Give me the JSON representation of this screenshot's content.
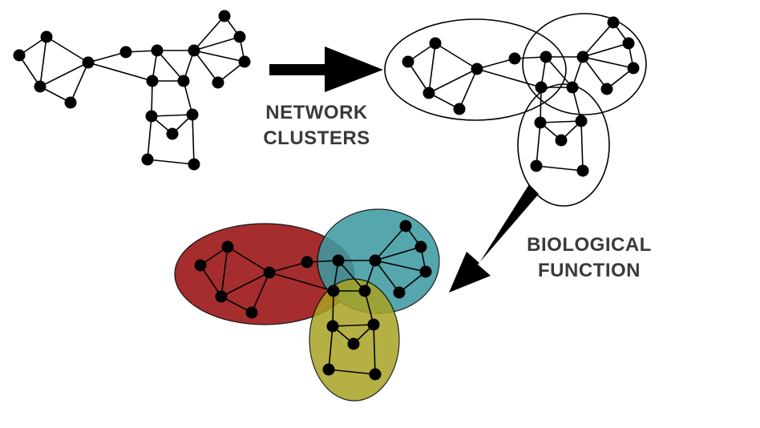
{
  "labels": {
    "network_clusters": [
      "NETWORK",
      "CLUSTERS"
    ],
    "biological_function": [
      "BIOLOGICAL",
      "FUNCTION"
    ]
  },
  "colors": {
    "cluster_red": "#9e1c1c",
    "cluster_teal": "#3f9aa2",
    "cluster_olive": "#a8a324",
    "node": "#000000",
    "text": "#3a3a3a"
  }
}
